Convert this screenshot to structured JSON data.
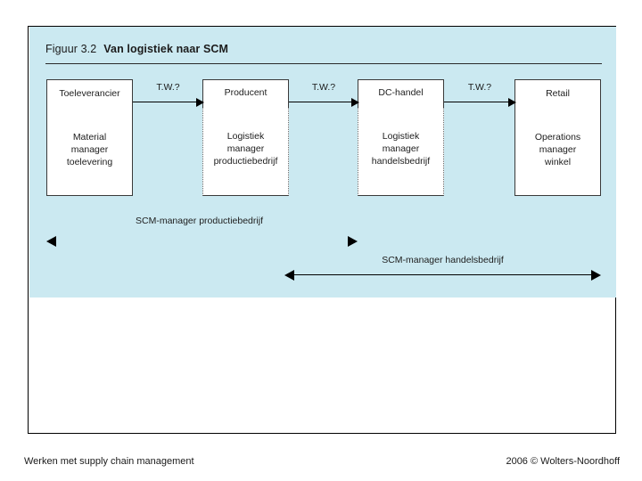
{
  "figure": {
    "number": "Figuur 3.2",
    "name": "Van logistiek naar SCM",
    "panel_color": "#cbe9f1",
    "boxes": [
      {
        "title": "Toeleverancier",
        "role_lines": [
          "Material",
          "manager",
          "toelevering"
        ],
        "border_style": "solid"
      },
      {
        "title": "Producent",
        "role_lines": [
          "Logistiek",
          "manager",
          "productiebedrijf"
        ],
        "border_style": "dotted-sides"
      },
      {
        "title": "DC-handel",
        "role_lines": [
          "Logistiek",
          "manager",
          "handelsbedrijf"
        ],
        "border_style": "dotted-sides"
      },
      {
        "title": "Retail",
        "role_lines": [
          "Operations",
          "manager",
          "winkel"
        ],
        "border_style": "solid"
      }
    ],
    "connectors": [
      {
        "label": "T.W.?"
      },
      {
        "label": "T.W.?"
      },
      {
        "label": "T.W.?"
      }
    ],
    "spans": [
      {
        "label": "SCM-manager productiebedrijf"
      },
      {
        "label": "SCM-manager handelsbedrijf"
      }
    ]
  },
  "footer": {
    "left": "Werken met supply chain management",
    "right": "2006 © Wolters-Noordhoff"
  }
}
